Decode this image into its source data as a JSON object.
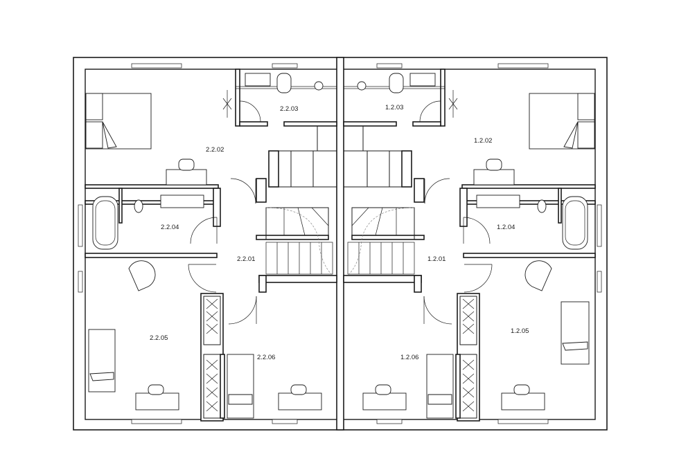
{
  "floor_plan": {
    "rooms": [
      {
        "id": "2.2.02",
        "label": "2.2.02"
      },
      {
        "id": "2.2.03",
        "label": "2.2.03"
      },
      {
        "id": "2.2.04",
        "label": "2.2.04"
      },
      {
        "id": "2.2.01",
        "label": "2.2.01"
      },
      {
        "id": "2.2.05",
        "label": "2.2.05"
      },
      {
        "id": "2.2.06",
        "label": "2.2.06"
      },
      {
        "id": "1.2.03",
        "label": "1.2.03"
      },
      {
        "id": "1.2.02",
        "label": "1.2.02"
      },
      {
        "id": "1.2.04",
        "label": "1.2.04"
      },
      {
        "id": "1.2.01",
        "label": "1.2.01"
      },
      {
        "id": "1.2.05",
        "label": "1.2.05"
      },
      {
        "id": "1.2.06",
        "label": "1.2.06"
      }
    ],
    "colors": {
      "ink": "#1a1a1a",
      "background": "#ffffff"
    }
  }
}
